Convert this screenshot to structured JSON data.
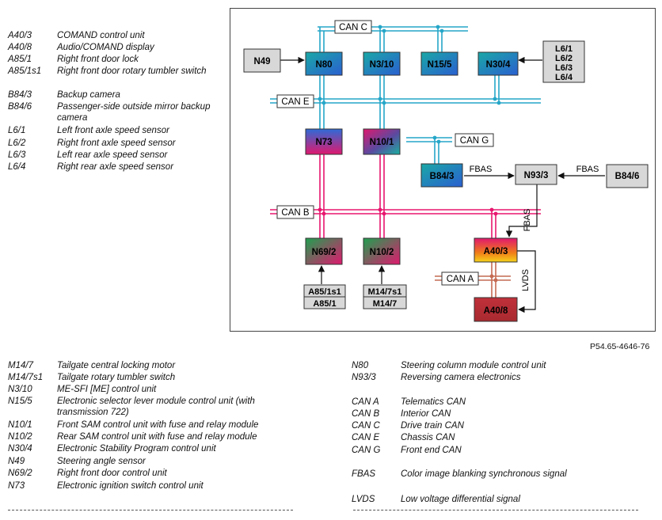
{
  "legend_top": [
    {
      "code": "A40/3",
      "desc": "COMAND control unit"
    },
    {
      "code": "A40/8",
      "desc": "Audio/COMAND display"
    },
    {
      "code": "A85/1",
      "desc": "Right front door lock"
    },
    {
      "code": "A85/1s1",
      "desc": "Right front door rotary tumbler switch"
    },
    {
      "code": "B84/3",
      "desc": "Backup camera"
    },
    {
      "code": "B84/6",
      "desc": "Passenger-side outside mirror backup camera"
    },
    {
      "code": "L6/1",
      "desc": "Left front axle speed sensor"
    },
    {
      "code": "L6/2",
      "desc": "Right front axle speed sensor"
    },
    {
      "code": "L6/3",
      "desc": "Left rear axle speed sensor"
    },
    {
      "code": "L6/4",
      "desc": "Right rear axle speed sensor"
    }
  ],
  "legend_bottom_left": [
    {
      "code": "M14/7",
      "desc": "Tailgate central locking motor"
    },
    {
      "code": "M14/7s1",
      "desc": "Tailgate rotary tumbler switch"
    },
    {
      "code": "N3/10",
      "desc": "ME-SFI [ME] control unit"
    },
    {
      "code": "N15/5",
      "desc": "Electronic selector lever module control unit (with transmission 722)"
    },
    {
      "code": "N10/1",
      "desc": "Front SAM control unit with fuse and relay module"
    },
    {
      "code": "N10/2",
      "desc": "Rear SAM control unit with fuse and relay module"
    },
    {
      "code": "N30/4",
      "desc": "Electronic Stability Program control unit"
    },
    {
      "code": "N49",
      "desc": "Steering angle sensor"
    },
    {
      "code": "N69/2",
      "desc": "Right front door control unit"
    },
    {
      "code": "N73",
      "desc": "Electronic ignition switch control unit"
    }
  ],
  "legend_bottom_right": [
    {
      "code": "N80",
      "desc": "Steering column module control unit"
    },
    {
      "code": "N93/3",
      "desc": "Reversing camera electronics"
    },
    {
      "code": "CAN A",
      "desc": "Telematics CAN"
    },
    {
      "code": "CAN B",
      "desc": "Interior CAN"
    },
    {
      "code": "CAN C",
      "desc": "Drive train CAN"
    },
    {
      "code": "CAN E",
      "desc": "Chassis CAN"
    },
    {
      "code": "CAN G",
      "desc": "Front end CAN"
    },
    {
      "code": "FBAS",
      "desc": "Color image blanking synchronous signal"
    },
    {
      "code": "LVDS",
      "desc": "Low voltage differential signal"
    }
  ],
  "reference": "P54.65-4646-76",
  "diagram": {
    "nodes": {
      "N49": "N49",
      "N80": "N80",
      "N3_10": "N3/10",
      "N15_5": "N15/5",
      "N30_4": "N30/4",
      "L6": [
        "L6/1",
        "L6/2",
        "L6/3",
        "L6/4"
      ],
      "N73": "N73",
      "N10_1": "N10/1",
      "B84_3": "B84/3",
      "N93_3": "N93/3",
      "B84_6": "B84/6",
      "A40_3": "A40/3",
      "N69_2": "N69/2",
      "N10_2": "N10/2",
      "A40_8": "A40/8",
      "A85": [
        "A85/1s1",
        "A85/1"
      ],
      "M14": [
        "M14/7s1",
        "M14/7"
      ]
    },
    "bus_labels": {
      "can_c": "CAN C",
      "can_e": "CAN E",
      "can_g": "CAN G",
      "can_b": "CAN B",
      "can_a": "CAN A"
    },
    "signal_labels": {
      "fbas": "FBAS",
      "lvds": "LVDS"
    },
    "colors": {
      "can_c": "#25a6c8",
      "can_e": "#25a6c8",
      "can_g": "#25a6c8",
      "can_b": "#e8166e",
      "can_a": "#c46a52"
    }
  }
}
